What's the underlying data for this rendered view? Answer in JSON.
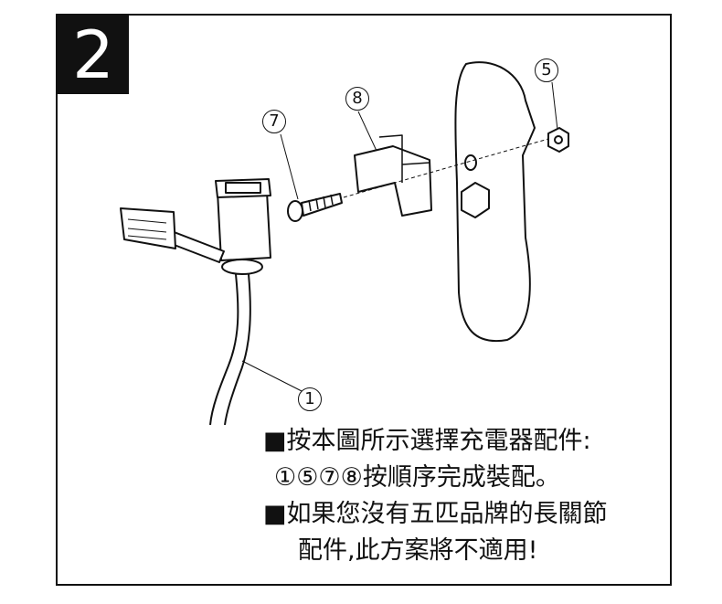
{
  "step_number": "2",
  "callouts": {
    "cable": "1",
    "nut": "5",
    "screw": "7",
    "clamp": "8"
  },
  "instructions": [
    "■按本圖所示選擇充電器配件:",
    "①⑤⑦⑧按順序完成裝配。",
    "■如果您沒有五匹品牌的長關節",
    "配件,此方案將不適用!"
  ]
}
